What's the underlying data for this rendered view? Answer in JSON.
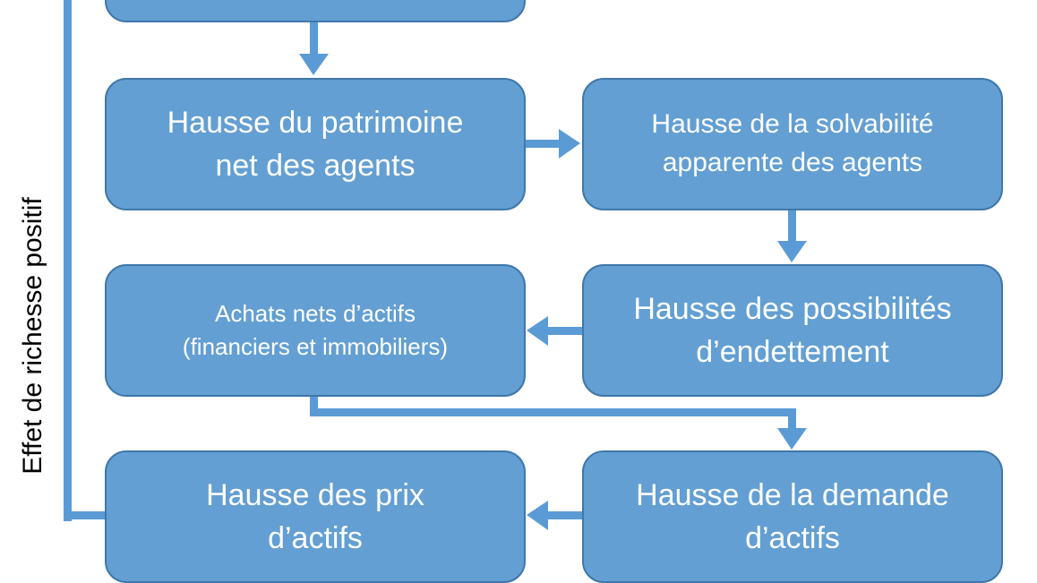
{
  "side_label": "Effet de richesse positif",
  "nodes": {
    "top": {
      "label": ""
    },
    "patrimoine": {
      "line1": "Hausse du patrimoine",
      "line2": "net des agents"
    },
    "solvabilite": {
      "line1": "Hausse de la solvabilité",
      "line2": "apparente des agents"
    },
    "achats": {
      "line1": "Achats nets d’actifs",
      "line2": "(financiers et immobiliers)"
    },
    "endettement": {
      "line1": "Hausse des possibilités",
      "line2": "d’endettement"
    },
    "prix": {
      "line1": "Hausse des prix",
      "line2": "d’actifs"
    },
    "demande": {
      "line1": "Hausse de la demande",
      "line2": "d’actifs"
    }
  },
  "colors": {
    "box_fill": "#639fd2",
    "box_border": "#3f77ab",
    "arrow": "#5b9bd5",
    "text": "#ffffff"
  }
}
